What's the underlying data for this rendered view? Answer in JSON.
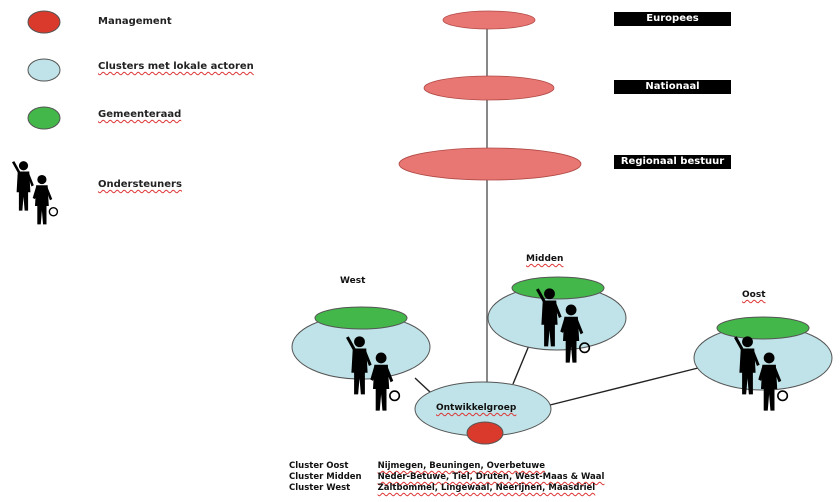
{
  "legend": {
    "management": "Management",
    "clusters": "Clusters met lokale actoren",
    "council": "Gemeenteraad",
    "supporters": "Ondersteuners"
  },
  "levels": [
    "Europees",
    "Nationaal",
    "Regionaal bestuur"
  ],
  "clusters": {
    "west": "West",
    "midden": "Midden",
    "oost": "Oost"
  },
  "center": "Ontwikkelgroep",
  "table": [
    {
      "cluster": "Cluster Oost",
      "places": "Nijmegen, Beuningen, Overbetuwe"
    },
    {
      "cluster": "Cluster Midden",
      "places": "Neder-Betuwe, Tiel, Druten, West-Maas & Waal"
    },
    {
      "cluster": "Cluster West",
      "places": "Zaltbommel, Lingewaal, Neerijnen, Maasdriel"
    }
  ],
  "colors": {
    "management": "#d93a2b",
    "cluster": "#bfe3e8",
    "council": "#43b749",
    "level": "#e87672"
  }
}
